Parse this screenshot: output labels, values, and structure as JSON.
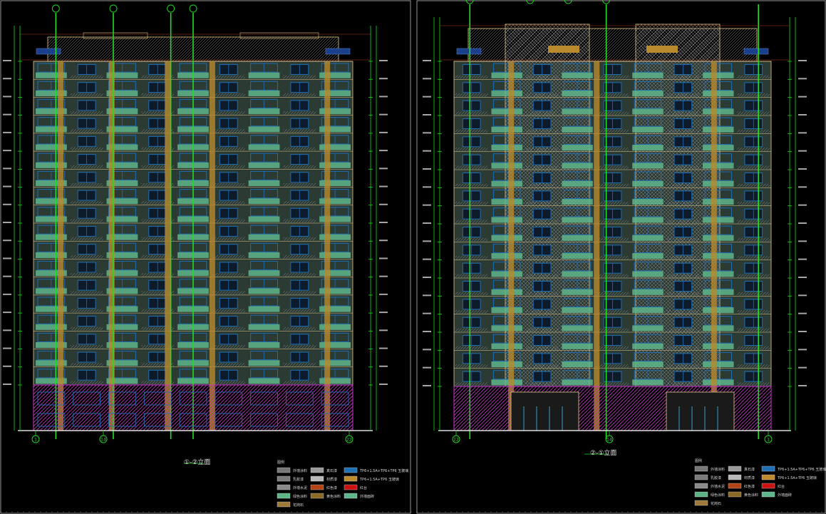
{
  "sheets": [
    {
      "caption": "①-②立面",
      "axis_left": "1",
      "axis_mid": "14",
      "axis_right": "22",
      "floors": 18,
      "bays": [
        {
          "kind": "balcony"
        },
        {
          "kind": "window"
        },
        {
          "kind": "balcony"
        },
        {
          "kind": "window"
        },
        {
          "kind": "balcony"
        },
        {
          "kind": "window"
        },
        {
          "kind": "balcony"
        },
        {
          "kind": "window"
        },
        {
          "kind": "balcony"
        }
      ]
    },
    {
      "caption": "②-①立面",
      "axis_left": "22",
      "axis_mid": "14",
      "axis_right": "1",
      "floors": 18,
      "bays": [
        {
          "kind": "window"
        },
        {
          "kind": "balcony"
        },
        {
          "kind": "window"
        },
        {
          "kind": "balcony"
        },
        {
          "kind": "window"
        },
        {
          "kind": "balcony"
        },
        {
          "kind": "window"
        },
        {
          "kind": "balcony"
        },
        {
          "kind": "window"
        }
      ]
    }
  ],
  "legend": {
    "title": "图例",
    "items": [
      {
        "swatch": "#777777",
        "label": "外墙涂料"
      },
      {
        "swatch": "#9a9a9a",
        "label": "真石漆"
      },
      {
        "swatch": "#1e6fb5",
        "label": "TP6+1.5A+TP6+TP6 玉玻璃"
      },
      {
        "swatch": "#7a7a7a",
        "label": "乳胶漆"
      },
      {
        "swatch": "#b8b8b8",
        "label": "材质漆"
      },
      {
        "swatch": "#c28a2e",
        "label": "TP6+1.5A+TP6 玉玻璃"
      },
      {
        "swatch": "#8a8a8a",
        "label": "外墙水泥"
      },
      {
        "swatch": "#b34315",
        "label": "红色漆"
      },
      {
        "swatch": "#cc1111",
        "label": "红台"
      },
      {
        "swatch": "#5db585",
        "label": "绿色涂料"
      },
      {
        "swatch": "#8a6a24",
        "label": "黄色涂料"
      },
      {
        "swatch": "#5fb68c",
        "label": "外墙面砖"
      },
      {
        "swatch": "#a07a3a",
        "label": "花岗石"
      }
    ]
  },
  "colors": {
    "background": "#000000",
    "outline": "#e8c98a",
    "balcony": "#5fb68c",
    "glass": "#1e6fb5",
    "column_gold": "#b8892d",
    "axis_green": "#22dd22",
    "base_magenta": "#cc33cc",
    "dim_line": "#11dd11",
    "red_line": "#b04020"
  }
}
